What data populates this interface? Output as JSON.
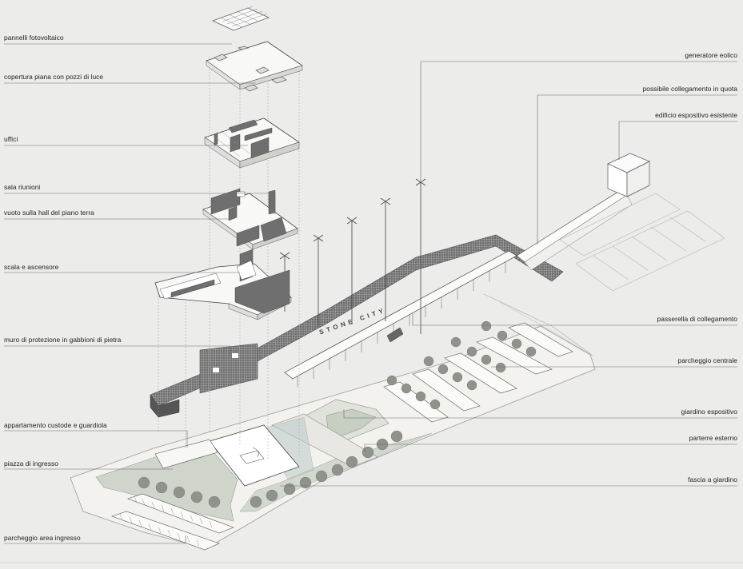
{
  "labels_left": [
    {
      "id": "solar",
      "text": "pannelli fotovoltaico"
    },
    {
      "id": "roof",
      "text": "copertura piana con pozzi di luce"
    },
    {
      "id": "offices",
      "text": "uffici"
    },
    {
      "id": "meeting",
      "text": "sala riunioni"
    },
    {
      "id": "void",
      "text": "vuoto sulla hall del piano terra"
    },
    {
      "id": "stairs",
      "text": "scala e ascensore"
    },
    {
      "id": "gabion",
      "text": "muro di protezione in gabbioni di pietra"
    },
    {
      "id": "custodian",
      "text": "appartamento custode e guardiola"
    },
    {
      "id": "plaza",
      "text": "piazza di ingresso"
    },
    {
      "id": "entry-parking",
      "text": "parcheggio area ingresso"
    }
  ],
  "labels_right": [
    {
      "id": "wind",
      "text": "generatore eolico"
    },
    {
      "id": "link",
      "text": "possibile collegamento in quota"
    },
    {
      "id": "existing",
      "text": "edificio espositivo esistente"
    },
    {
      "id": "walkway",
      "text": "passerella di collegamento"
    },
    {
      "id": "central-parking",
      "text": "parcheggio centrale"
    },
    {
      "id": "exhibit-garden",
      "text": "giardino espositivo"
    },
    {
      "id": "parterre",
      "text": "parterre esterno"
    },
    {
      "id": "garden-strip",
      "text": "fascia a giardino"
    }
  ],
  "wall_sign": "STONE CITY",
  "colors": {
    "background": "#ececeb",
    "ground": "#f3f2ef",
    "garden_green": "#cdd4c9",
    "tree": "#8f938c",
    "line": "#3a3a3a",
    "leader": "#6a6a6a",
    "gabion": "#6d6d6d"
  }
}
